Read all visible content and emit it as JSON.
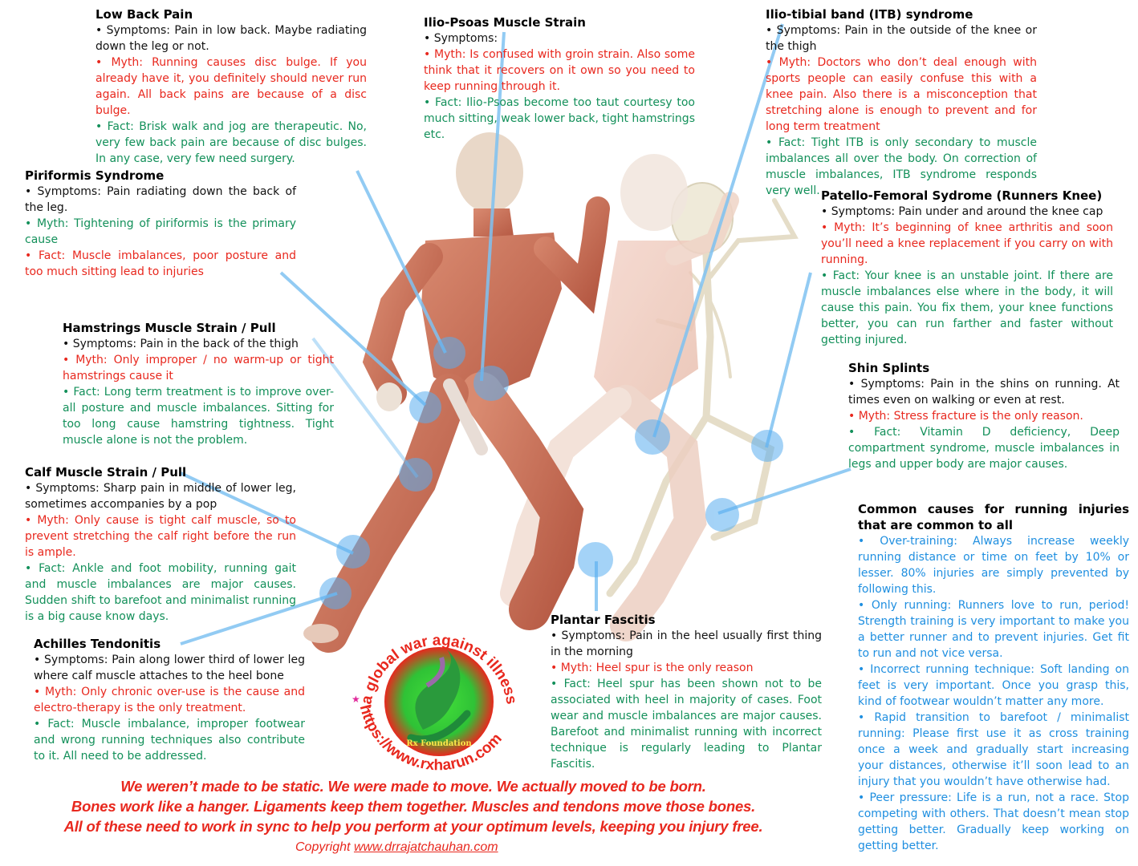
{
  "sections": {
    "low_back_pain": {
      "title": "Low Back Pain",
      "symptoms": "• Symptoms: Pain in low back. Maybe radiating down the leg or not.",
      "myth": "• Myth: Running causes disc bulge. If you already have it, you definitely should never run again. All back pains are because of a disc bulge.",
      "fact": "• Fact: Brisk walk and jog are therapeutic. No, very few back pain are because of disc bulges. In any case, very few need surgery."
    },
    "ilio_psoas": {
      "title": "Ilio-Psoas Muscle Strain",
      "symptoms": "• Symptoms:",
      "myth": "• Myth: Is confused with groin strain. Also some think that it recovers on it own so you need to keep running through it.",
      "fact": "• Fact:  Ilio-Psoas become too taut courtesy too much sitting, weak lower back, tight hamstrings etc."
    },
    "itb": {
      "title": "Ilio-tibial band (ITB) syndrome",
      "symptoms": "• Symptoms: Pain in the outside of the knee or the thigh",
      "myth": "• Myth: Doctors who don’t deal enough with sports people can easily confuse this with a knee pain. Also there is a misconception that stretching alone is enough to prevent and for long term treatment",
      "fact": "• Fact: Tight ITB is only secondary to muscle imbalances all over the body. On correction of muscle imbalances, ITB syndrome responds very well."
    },
    "piriformis": {
      "title": "Piriformis Syndrome",
      "symptoms": "• Symptoms: Pain radiating down the back of the leg.",
      "myth": "• Myth: Tightening of piriformis is the primary cause",
      "fact": "• Fact: Muscle imbalances, poor posture and too much sitting lead to injuries"
    },
    "patello_femoral": {
      "title": "Patello-Femoral Sydrome (Runners Knee)",
      "symptoms": "• Symptoms: Pain under and around the knee cap",
      "myth": "• Myth: It’s beginning of knee arthritis and soon you’ll need a knee replacement if you carry on with running.",
      "fact": "• Fact: Your knee is an unstable joint. If there are muscle imbalances else where in the body, it will cause this pain. You fix them, your knee functions better, you can run farther and faster without getting injured."
    },
    "hamstrings": {
      "title": "Hamstrings Muscle Strain / Pull",
      "symptoms": "• Symptoms: Pain in the back of the thigh",
      "myth": "• Myth: Only improper / no warm-up or tight hamstrings cause it",
      "fact": "• Fact: Long term treatment is to improve over-all posture and muscle imbalances. Sitting for too long cause hamstring tightness. Tight muscle alone is not the problem."
    },
    "shin_splints": {
      "title": "Shin Splints",
      "symptoms": "• Symptoms: Pain in the shins on running. At times even on walking or even at rest.",
      "myth": "• Myth: Stress fracture is the only reason.",
      "fact": "• Fact: Vitamin D deficiency, Deep compartment syndrome, muscle imbalances in legs and upper body are major causes."
    },
    "calf": {
      "title": "Calf Muscle Strain / Pull",
      "symptoms": "• Symptoms: Sharp pain in middle of lower leg, sometimes accompanies by a pop",
      "myth": "• Myth: Only cause is tight calf muscle, so to prevent stretching the calf right before the run is ample.",
      "fact": "• Fact: Ankle and foot mobility, running gait and muscle imbalances are major causes. Sudden shift to barefoot and minimalist running is a big cause know days."
    },
    "common_causes": {
      "title": "Common causes for running injuries that are common to all",
      "items": [
        "• Over-training: Always increase weekly running distance or time on feet by 10% or lesser. 80% injuries are simply prevented by following this.",
        "• Only running: Runners love to run, period! Strength training is very important to make you a better runner and to prevent injuries. Get fit to run and not vice versa.",
        "• Incorrect running technique: Soft landing on feet is very important. Once you grasp this, kind of footwear wouldn’t matter any more.",
        "• Rapid transition to barefoot / minimalist running: Please first use it as cross training once a week and gradually start increasing your distances, otherwise it’ll soon lead to an injury that you wouldn’t have otherwise had.",
        "• Peer pressure: Life is a run, not a race. Stop competing with others. That doesn’t mean stop getting better. Gradually keep working on getting better."
      ]
    },
    "plantar": {
      "title": "Plantar Fascitis",
      "symptoms": "• Symptoms: Pain in the heel usually first thing in the morning",
      "myth": "• Myth: Heel spur is the only reason",
      "fact": "• Fact: Heel spur has been shown not to be associated with heel in majority of cases. Foot wear and muscle imbalances are major causes. Barefoot and minimalist running with incorrect technique is regularly leading to Plantar Fascitis."
    },
    "achilles": {
      "title": "Achilles Tendonitis",
      "symptoms": "• Symptoms: Pain along lower third of lower leg where calf muscle attaches to the heel bone",
      "myth": "• Myth: Only chronic over-use is the cause and electro-therapy is the only treatment.",
      "fact": "• Fact: Muscle imbalance, improper footwear and wrong running techniques also contribute to it. All need to be addressed."
    }
  },
  "footer": {
    "quote_lines": [
      "We weren’t made to be static. We were made to move. We actually moved to be born.",
      "Bones work like a hanger. Ligaments keep them together. Muscles and tendons move those bones.",
      "All of these need to work in sync to help you perform at your optimum levels, keeping you injury free."
    ],
    "copyright_label": "Copyright",
    "copyright_link": "www.drrajatchauhan.com"
  },
  "logo": {
    "arc_top": "....a global war against illness!",
    "arc_bottom": "https://www.rxharun.com",
    "name": "Rx Foundation"
  },
  "colors": {
    "myth": "#e8281e",
    "fact": "#13905a",
    "common": "#1f8fe0",
    "callout": "#6fb8f0"
  }
}
